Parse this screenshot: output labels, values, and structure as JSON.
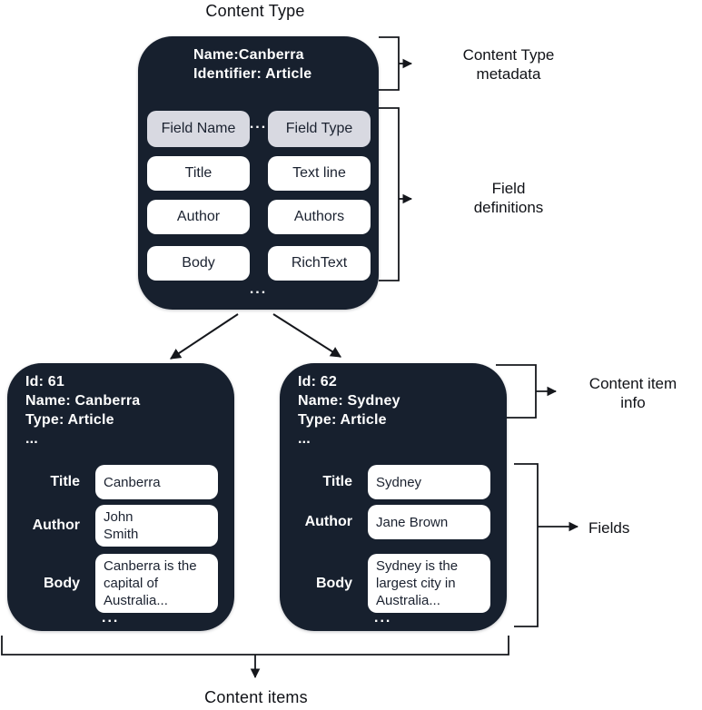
{
  "diagram_title": "Content Type",
  "bottom_title": "Content items",
  "ui": {
    "ellipsis": "..."
  },
  "colors": {
    "card_bg": "#17202e",
    "chip_bg": "#ffffff",
    "chip_header_bg": "#d8d9e1",
    "line": "#15171c"
  },
  "annotations": {
    "content_type_metadata": "Content Type\nmetadata",
    "field_definitions": "Field\ndefinitions",
    "content_item_info": "Content item\ninfo",
    "fields": "Fields"
  },
  "content_type_card": {
    "name_line": "Name:Canberra",
    "identifier_line": "Identifier: Article",
    "field_table": {
      "header": [
        "Field Name",
        "Field Type"
      ],
      "rows": [
        [
          "Title",
          "Text line"
        ],
        [
          "Author",
          "Authors"
        ],
        [
          "Body",
          "RichText"
        ]
      ]
    }
  },
  "content_items": [
    {
      "id_line": "Id: 61",
      "name_line": "Name: Canberra",
      "type_line": "Type: Article",
      "fields": [
        {
          "label": "Title",
          "value": "Canberra"
        },
        {
          "label": "Author",
          "value": "John\nSmith"
        },
        {
          "label": "Body",
          "value": "Canberra is the\ncapital of\nAustralia..."
        }
      ]
    },
    {
      "id_line": "Id: 62",
      "name_line": "Name: Sydney",
      "type_line": "Type: Article",
      "fields": [
        {
          "label": "Title",
          "value": "Sydney"
        },
        {
          "label": "Author",
          "value": "Jane Brown"
        },
        {
          "label": "Body",
          "value": "Sydney is the\nlargest city in\nAustralia..."
        }
      ]
    }
  ]
}
